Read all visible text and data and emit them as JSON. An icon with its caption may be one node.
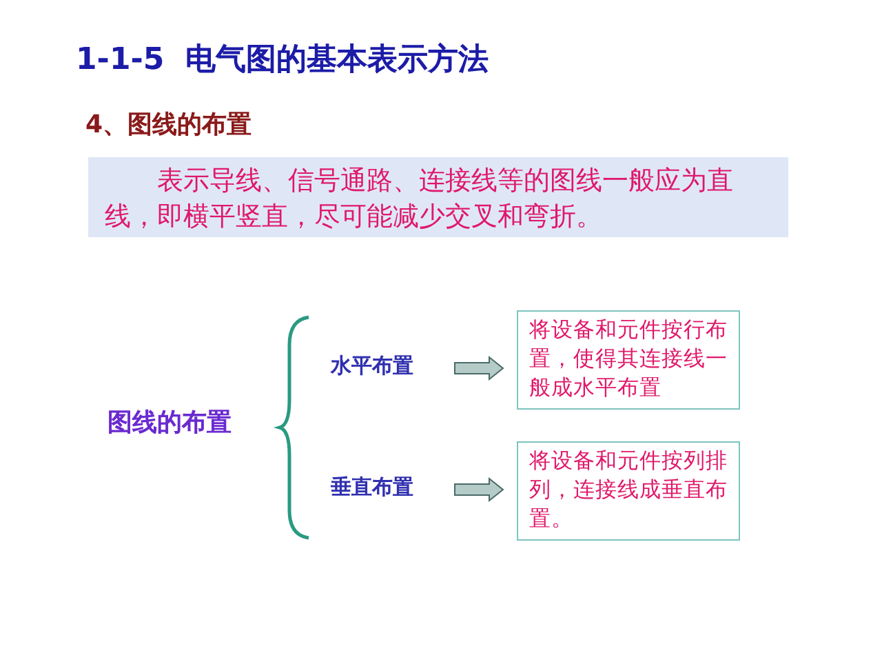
{
  "diagram": {
    "title": "1-1-5  电气图的基本表示方法",
    "nodes": [
      {
        "text": [
          "表示导线、信号通路、连接线等的图线一般应为直线，即横平竖直，尽可能减少交叉和弯折。"
        ]
      },
      {
        "text": [
          "图线的布置"
        ]
      },
      {
        "text": [
          "水平布置"
        ]
      },
      {
        "text": [
          "将设备和元件按行布置，使得其连接线一般成水平布置"
        ]
      },
      {
        "text": [
          "垂直布置"
        ]
      },
      {
        "text": [
          "将设备和元件按列排列，连接线成垂直布置。"
        ]
      }
    ],
    "edges": [
      {
        "from": 2,
        "to": 3,
        "arrow": "to"
      },
      {
        "from": 4,
        "to": 5,
        "arrow": "to"
      }
    ],
    "labels": [
      "4、图线的布置"
    ]
  }
}
